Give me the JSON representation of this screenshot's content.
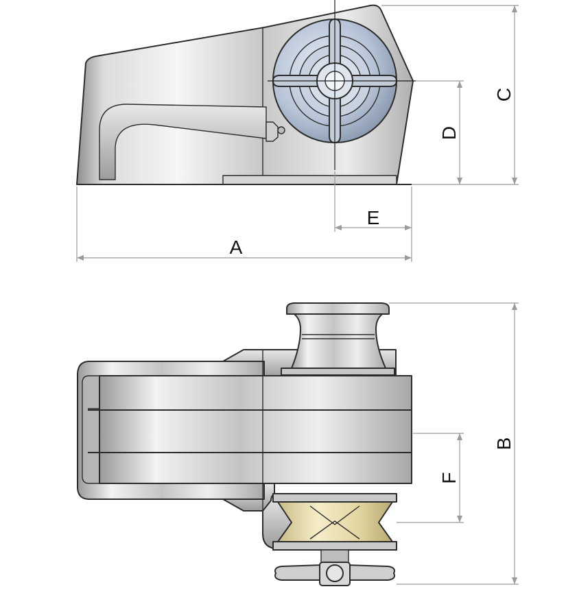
{
  "dimensions": {
    "a": "A",
    "b": "B",
    "c": "C",
    "d": "D",
    "e": "E",
    "f": "F"
  },
  "colors": {
    "body_light": "#f4f4f4",
    "body_mid": "#c9c9c9",
    "body_dark": "#8e8e8e",
    "drum_blue": "#b9c6d8",
    "gypsy_brass": "#e9dfb4",
    "dimension_line": "#9a9a9a",
    "outline": "#2b2b2b"
  }
}
